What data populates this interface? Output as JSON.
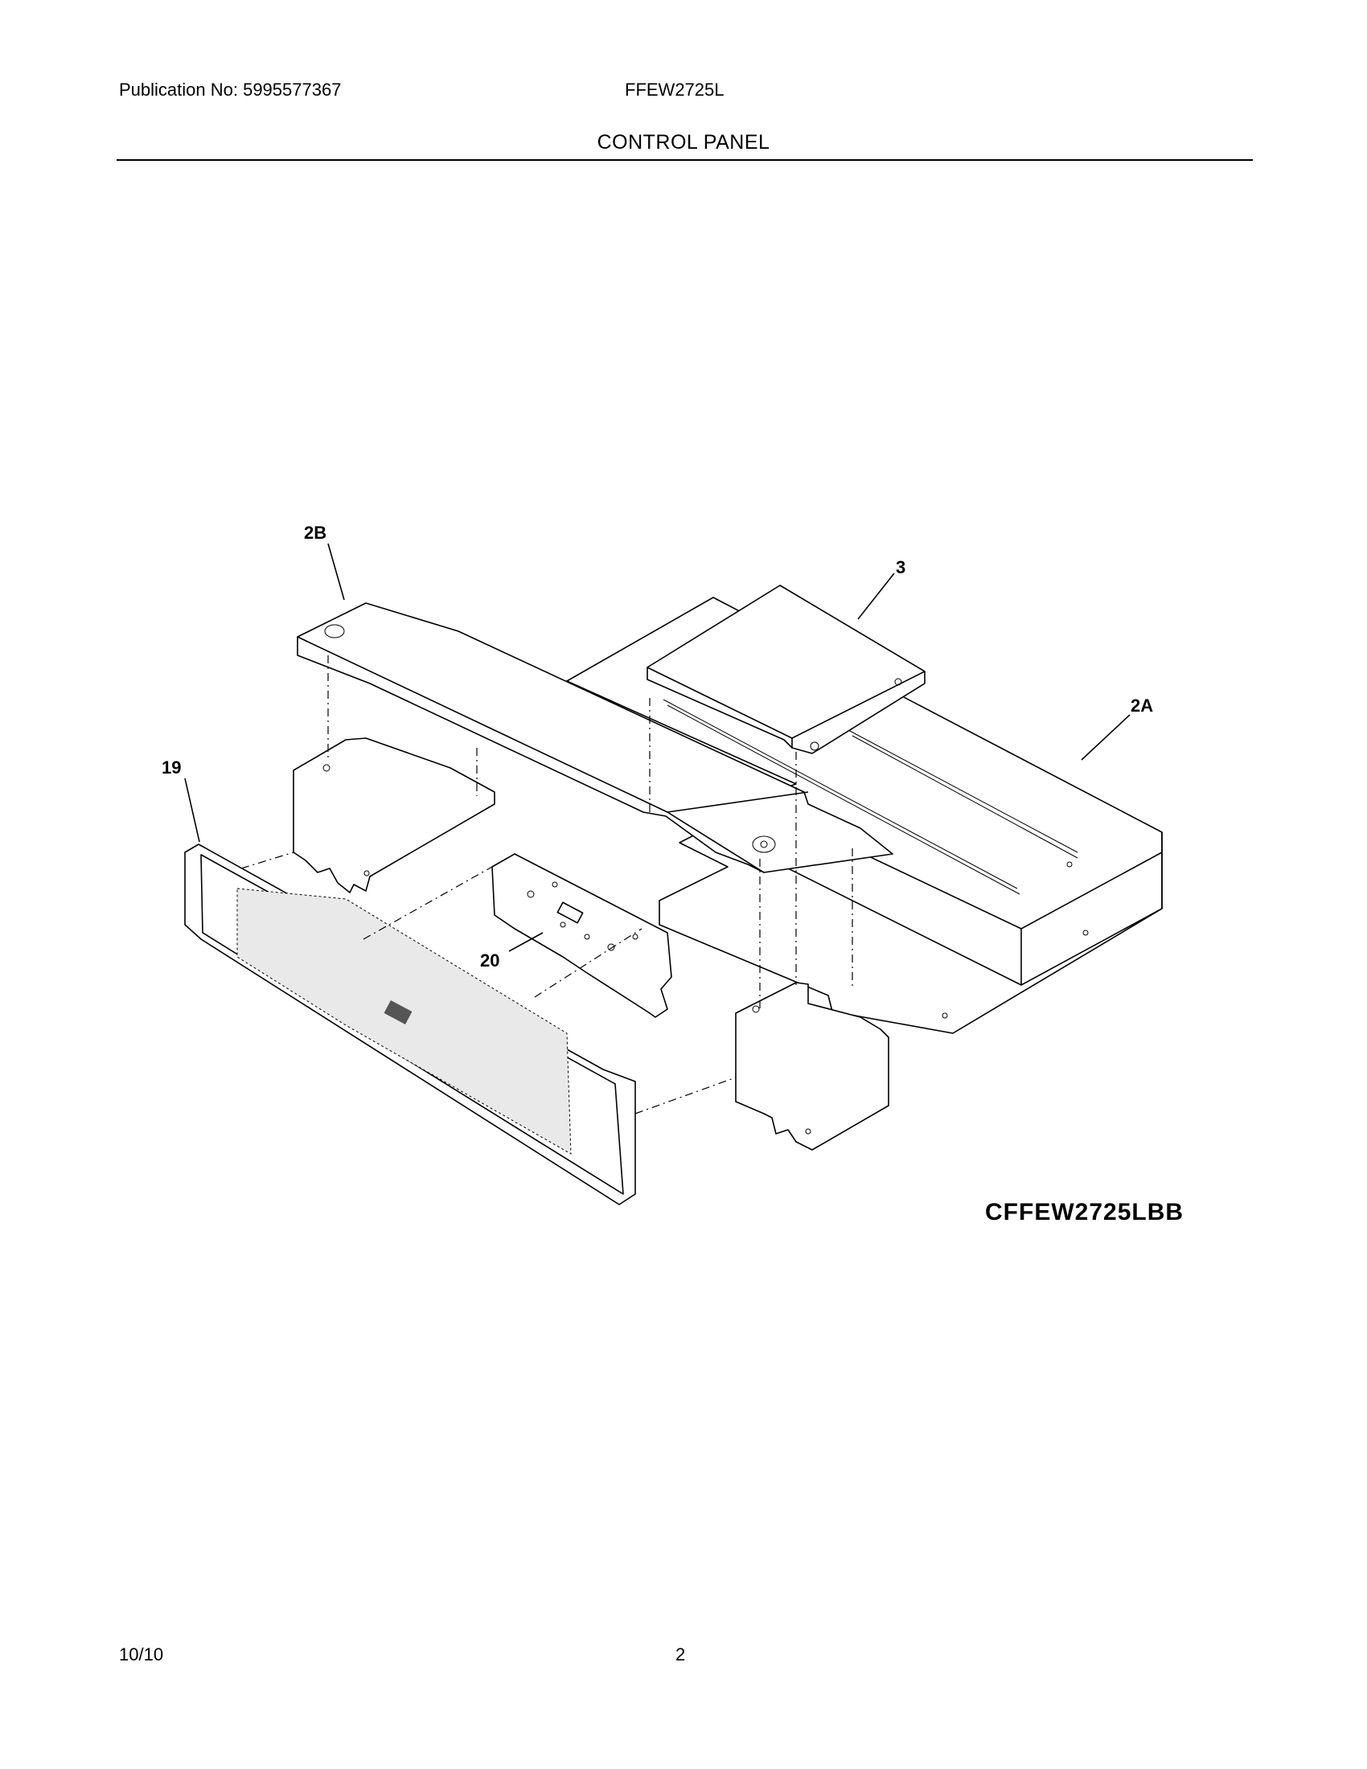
{
  "header": {
    "publication": "Publication No: 5995577367",
    "model": "FFEW2725L",
    "section_title": "CONTROL PANEL"
  },
  "diagram": {
    "callouts": {
      "c2b": "2B",
      "c3": "3",
      "c2a": "2A",
      "c19": "19",
      "c20": "20"
    },
    "model_label": "CFFEW2725LBB"
  },
  "footer": {
    "date": "10/10",
    "page": "2"
  }
}
